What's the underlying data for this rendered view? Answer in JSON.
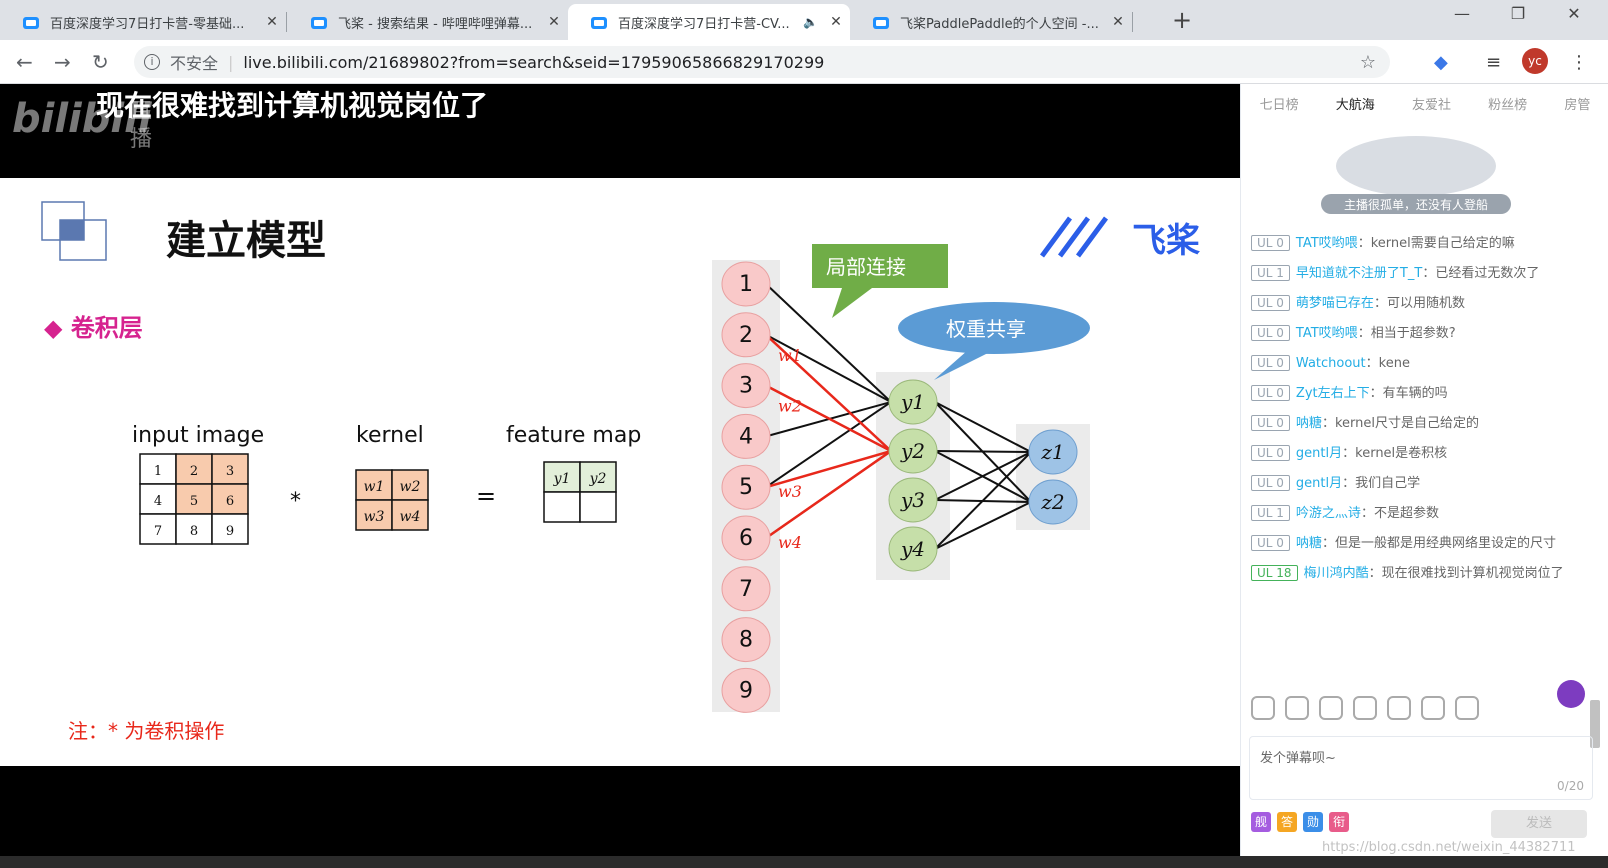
{
  "browser": {
    "tabs": [
      {
        "title": "百度深度学习7日打卡营-零基础..."
      },
      {
        "title": "飞桨 - 搜索结果 - 哔哩哔哩弹幕..."
      },
      {
        "title": "百度深度学习7日打卡营-CV..."
      },
      {
        "title": "飞桨PaddlePaddle的个人空间 -..."
      }
    ],
    "security_label": "不安全",
    "url": "live.bilibili.com/21689802?from=search&seid=17959065866829170299",
    "avatar_initials": "yc"
  },
  "video": {
    "danmaku_title": "现在很难找到计算机视觉岗位了",
    "watermark": "bilibili",
    "watermark_sub": "直播"
  },
  "slide": {
    "heading": "建立模型",
    "logo": "飞桨",
    "subheading": "◆ 卷积层",
    "input_label": "input image",
    "kernel_label": "kernel",
    "feature_label": "feature map",
    "input_cells": [
      "1",
      "2",
      "3",
      "4",
      "5",
      "6",
      "7",
      "8",
      "9"
    ],
    "kernel_cells": [
      "w1",
      "w2",
      "w3",
      "w4"
    ],
    "feature_cells": [
      "y1",
      "y2",
      "",
      ""
    ],
    "op_mul": "*",
    "op_eq": "=",
    "callout_local": "局部连接",
    "callout_share": "权重共享",
    "nodes_x": [
      "1",
      "2",
      "3",
      "4",
      "5",
      "6",
      "7",
      "8",
      "9"
    ],
    "nodes_y": [
      "y1",
      "y2",
      "y3",
      "y4"
    ],
    "nodes_z": [
      "z1",
      "z2"
    ],
    "weights": [
      "w1",
      "w2",
      "w3",
      "w4"
    ],
    "note": "注：* 为卷积操作"
  },
  "sidebar": {
    "tabs": [
      "七日榜",
      "大航海",
      "友爱社",
      "粉丝榜",
      "房管"
    ],
    "cover_text": "主播很孤单，还没有人登船",
    "messages": [
      {
        "level": "UL 0",
        "user": "TAT哎哟喂",
        "text": "kernel需要自己给定的嘛"
      },
      {
        "level": "UL 1",
        "user": "早知道就不注册了T_T",
        "text": "已经看过无数次了"
      },
      {
        "level": "UL 0",
        "user": "萌梦喵已存在",
        "text": "可以用随机数"
      },
      {
        "level": "UL 0",
        "user": "TAT哎哟喂",
        "text": "相当于超参数?"
      },
      {
        "level": "UL 0",
        "user": "Watchoout",
        "text": "kene"
      },
      {
        "level": "UL 0",
        "user": "Zyt左右上下",
        "text": "有车辆的吗"
      },
      {
        "level": "UL 0",
        "user": "呐糖",
        "text": "kernel尺寸是自己给定的"
      },
      {
        "level": "UL 0",
        "user": "gentl月",
        "text": "kernel是卷积核"
      },
      {
        "level": "UL 0",
        "user": "gentl月",
        "text": "我们自己学"
      },
      {
        "level": "UL 1",
        "user": "吟游之灬诗",
        "text": "不是超参数"
      },
      {
        "level": "UL 0",
        "user": "呐糖",
        "text": "但是一般都是用经典网络里设定的尺寸"
      },
      {
        "level": "UL 18",
        "user": "梅川鸿内酷",
        "text": "现在很难找到计算机视觉岗位了"
      }
    ],
    "input_placeholder": "发个弹幕呗~",
    "char_count": "0/20",
    "chips": [
      "舰",
      "答",
      "勋",
      "衔"
    ],
    "send_label": "发送"
  },
  "watermark_footer": "https://blog.csdn.net/weixin_44382711",
  "colors": {
    "node_x": "#f9c9c9",
    "node_y": "#c6dfa9",
    "node_z": "#9ec3e6",
    "cell_orange": "#f8cbad",
    "cell_green": "#e2efd9",
    "accent_magenta": "#d6238f",
    "callout_green": "#70ad47",
    "callout_blue": "#5b9bd5",
    "red_line": "#e8281b"
  }
}
